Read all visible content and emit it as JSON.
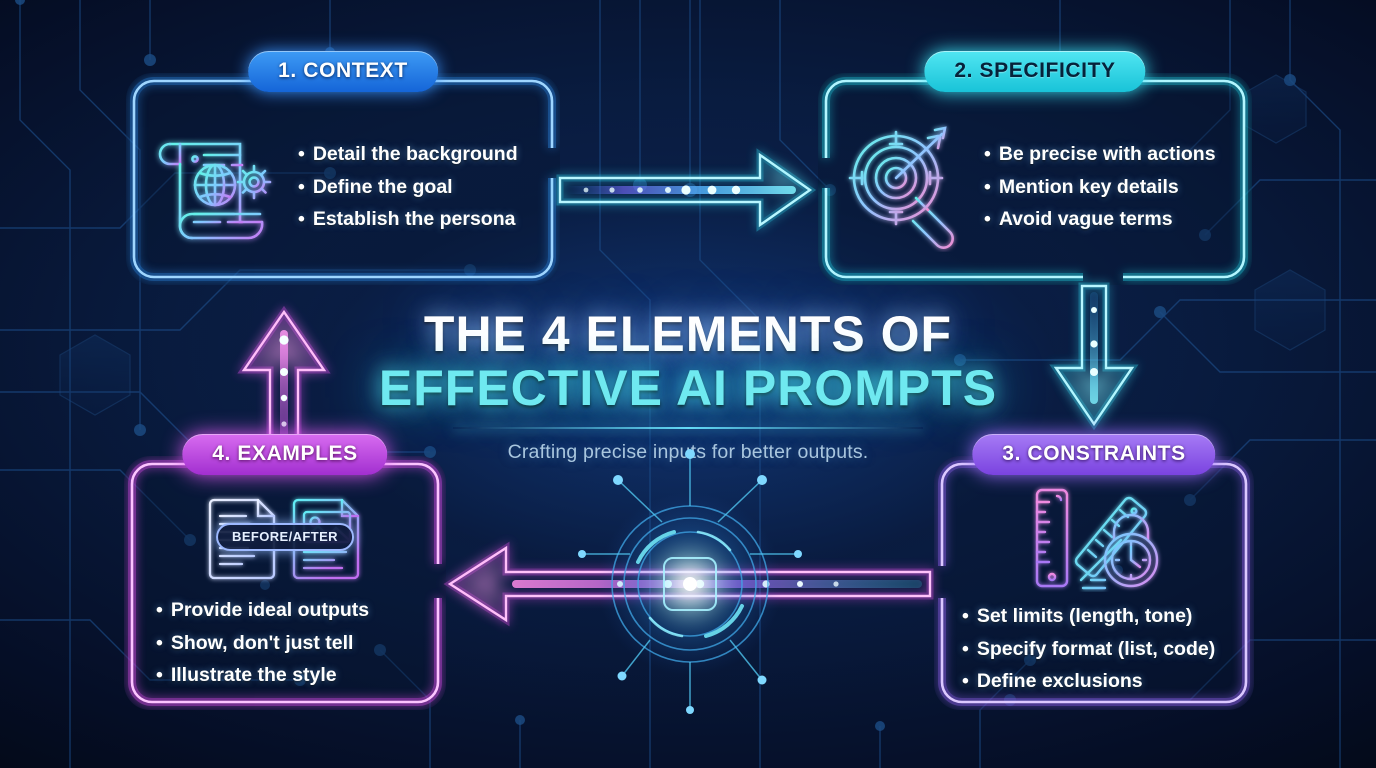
{
  "center": {
    "title_line1": "THE 4 ELEMENTS OF",
    "title_line2": "EFFECTIVE AI PROMPTS",
    "subtitle": "Crafting precise inputs for better outputs.",
    "title_line1_color": "#ffffff",
    "title_line2_color": "#6fe9f0",
    "hub_icon": "tech-hub-glow-icon"
  },
  "background": {
    "base_color": "#091c40",
    "circuit_trace_color": "#1d4c85",
    "node_color": "#1b4a80",
    "hexagon_color": "#143360"
  },
  "panels": [
    {
      "id": "context",
      "number": "1.",
      "label": "1. CONTEXT",
      "accent": "#3e9bf5",
      "glow": "#5ab4ff",
      "pill_text_color": "#ffffff",
      "icon": "scroll-globe-gear-icon",
      "layout": "icon-left",
      "bullets": [
        "Detail the background",
        "Define the goal",
        "Establish the persona"
      ]
    },
    {
      "id": "specificity",
      "number": "2.",
      "label": "2. SPECIFICITY",
      "accent": "#2ad9e8",
      "glow": "#4ef0ff",
      "pill_text_color": "#06223a",
      "icon": "target-arrow-magnifier-icon",
      "layout": "icon-left",
      "bullets": [
        "Be precise with actions",
        "Mention key details",
        "Avoid vague terms"
      ]
    },
    {
      "id": "constraints",
      "number": "3.",
      "label": "3. CONSTRAINTS",
      "accent": "#9b6af2",
      "glow": "#b58cff",
      "pill_text_color": "#ffffff",
      "icon": "ruler-lock-clock-icon",
      "layout": "icon-top",
      "bullets": [
        "Set limits (length, tone)",
        "Specify format (list, code)",
        "Define exclusions"
      ]
    },
    {
      "id": "examples",
      "number": "4.",
      "label": "4. EXAMPLES",
      "accent": "#e25ef5",
      "glow": "#f27dff",
      "pill_text_color": "#ffffff",
      "icon": "before-after-documents-icon",
      "icon_badge": "BEFORE/AFTER",
      "layout": "icon-top",
      "bullets": [
        "Provide ideal outputs",
        "Show, don't just tell",
        "Illustrate the style"
      ]
    }
  ],
  "connectors": [
    {
      "id": "context-to-specificity",
      "direction": "right",
      "color": "#4ef0ff",
      "from": "context",
      "to": "specificity"
    },
    {
      "id": "specificity-to-constraints",
      "direction": "down",
      "color": "#4ef0ff",
      "from": "specificity",
      "to": "constraints"
    },
    {
      "id": "constraints-to-examples",
      "direction": "left",
      "color": "#f06ae8",
      "from": "constraints",
      "to": "examples"
    },
    {
      "id": "examples-to-context",
      "direction": "up",
      "color": "#e25ef5",
      "from": "examples",
      "to": "context"
    }
  ]
}
